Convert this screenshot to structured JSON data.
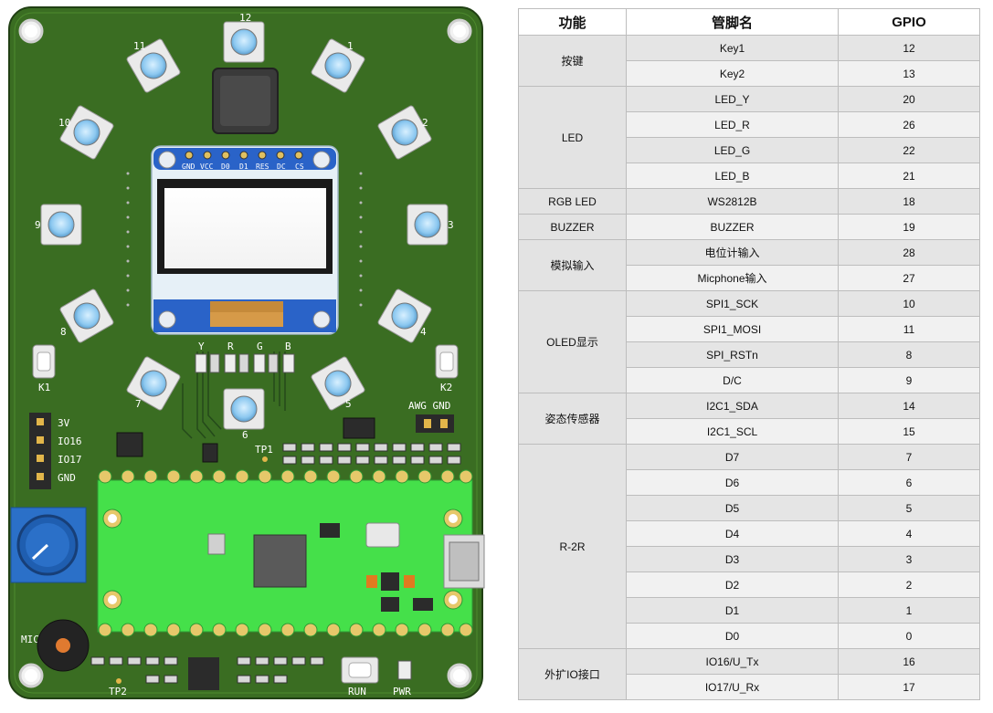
{
  "board": {
    "led_numbers": [
      "12",
      "1",
      "2",
      "3",
      "4",
      "5",
      "6",
      "7",
      "8",
      "9",
      "10",
      "11"
    ],
    "oled_pins": [
      "GND",
      "VCC",
      "D0",
      "D1",
      "RES",
      "DC",
      "CS"
    ],
    "rgb_labels": [
      "Y",
      "R",
      "G",
      "B"
    ],
    "key1": "K1",
    "key2": "K2",
    "io_labels": [
      "3V",
      "IO16",
      "IO17",
      "GND"
    ],
    "awg_gnd": "AWG GND",
    "tp1": "TP1",
    "tp2": "TP2",
    "mic": "MIC",
    "run": "RUN",
    "pwr": "PWR"
  },
  "table": {
    "headers": [
      "功能",
      "管脚名",
      "GPIO"
    ],
    "groups": [
      {
        "name": "按键",
        "rows": [
          [
            "Key1",
            "12"
          ],
          [
            "Key2",
            "13"
          ]
        ]
      },
      {
        "name": "LED",
        "rows": [
          [
            "LED_Y",
            "20"
          ],
          [
            "LED_R",
            "26"
          ],
          [
            "LED_G",
            "22"
          ],
          [
            "LED_B",
            "21"
          ]
        ]
      },
      {
        "name": "RGB LED",
        "rows": [
          [
            "WS2812B",
            "18"
          ]
        ]
      },
      {
        "name": "BUZZER",
        "rows": [
          [
            "BUZZER",
            "19"
          ]
        ]
      },
      {
        "name": "模拟输入",
        "rows": [
          [
            "电位计输入",
            "28"
          ],
          [
            "Micphone输入",
            "27"
          ]
        ]
      },
      {
        "name": "OLED显示",
        "rows": [
          [
            "SPI1_SCK",
            "10"
          ],
          [
            "SPI1_MOSI",
            "11"
          ],
          [
            "SPI_RSTn",
            "8"
          ],
          [
            "D/C",
            "9"
          ]
        ]
      },
      {
        "name": "姿态传感器",
        "rows": [
          [
            "I2C1_SDA",
            "14"
          ],
          [
            "I2C1_SCL",
            "15"
          ]
        ]
      },
      {
        "name": "R-2R",
        "rows": [
          [
            "D7",
            "7"
          ],
          [
            "D6",
            "6"
          ],
          [
            "D5",
            "5"
          ],
          [
            "D4",
            "4"
          ],
          [
            "D3",
            "3"
          ],
          [
            "D2",
            "2"
          ],
          [
            "D1",
            "1"
          ],
          [
            "D0",
            "0"
          ]
        ]
      },
      {
        "name": "外扩IO接口",
        "rows": [
          [
            "IO16/U_Tx",
            "16"
          ],
          [
            "IO17/U_Rx",
            "17"
          ]
        ]
      }
    ]
  }
}
